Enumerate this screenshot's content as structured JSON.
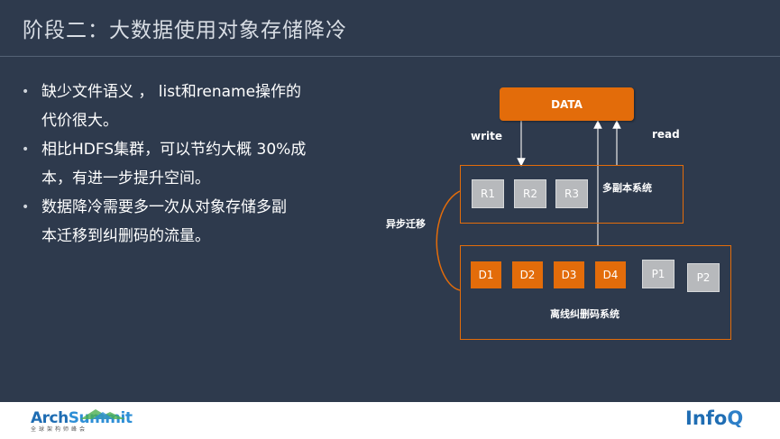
{
  "slide": {
    "title": "阶段二：大数据使用对象存储降冷",
    "bullets": [
      {
        "line1": "缺少文件语义 ， list和rename操作的",
        "line2": "代价很大。"
      },
      {
        "line1": "相比HDFS集群，可以节约大概 30%成",
        "line2": "本，有进一步提升空间。"
      },
      {
        "line1": "数据降冷需要多一次从对象存储多副",
        "line2": "本迁移到纠删码的流量。"
      }
    ]
  },
  "diagram": {
    "data_label": "DATA",
    "write_label": "write",
    "read_label": "read",
    "replica_system_label": "多副本系统",
    "async_migration_label": "异步迁移",
    "ec_system_label": "离线纠删码系统",
    "replicas": [
      "R1",
      "R2",
      "R3"
    ],
    "data_blocks": [
      "D1",
      "D2",
      "D3",
      "D4"
    ],
    "parity_blocks": [
      "P1",
      "P2"
    ],
    "colors": {
      "accent": "#e36c0a",
      "gray_node": "#b7b9bc",
      "background": "#2e3a4d"
    }
  },
  "footer": {
    "archsummit_brand": "ArchSummit",
    "archsummit_arch": "Arch",
    "archsummit_summit": "Summit",
    "archsummit_tagline": "全球架构师峰会",
    "infoq_info": "Info",
    "infoq_q": "Q"
  }
}
